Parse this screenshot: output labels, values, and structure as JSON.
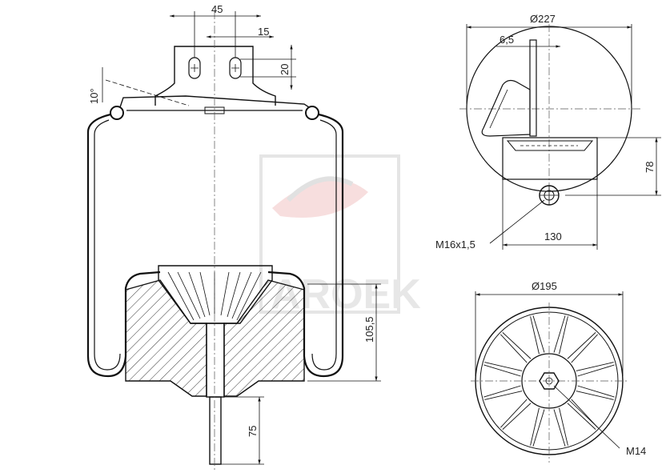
{
  "side_view": {
    "dim_45": "45",
    "dim_15": "15",
    "dim_20": "20",
    "angle_10": "10°",
    "dim_105_5": "105,5",
    "dim_75": "75"
  },
  "top_view": {
    "dia_227": "Ø227",
    "dim_6_5": "6,5",
    "dim_78": "78",
    "dim_130": "130",
    "thread_m16": "M16x1,5"
  },
  "bottom_view": {
    "dia_195": "Ø195",
    "thread_m14": "M14"
  },
  "watermark": {
    "text": "AROEK",
    "color": "#d8d8d8",
    "accent": "#e0a0a0"
  }
}
